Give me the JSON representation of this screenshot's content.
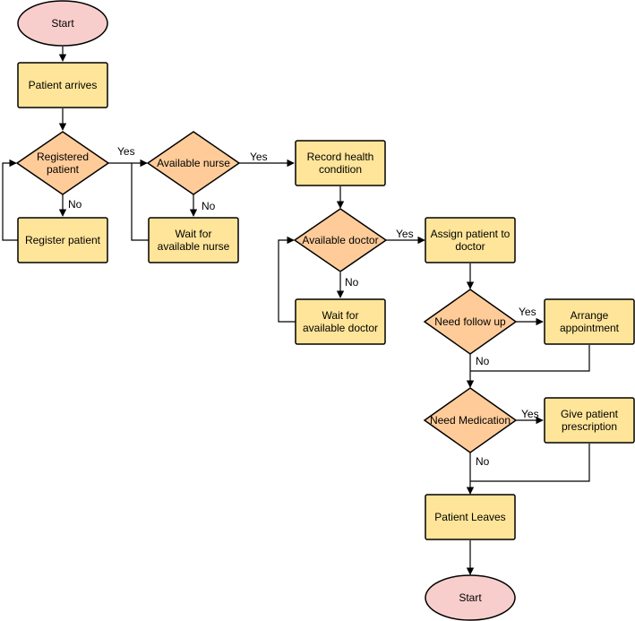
{
  "colors": {
    "terminal_fill": "#F8CECC",
    "process_fill": "#FFE599",
    "decision_fill": "#FFCC99",
    "stroke": "#000000",
    "background": "#FFFFFF"
  },
  "nodes": {
    "start": [
      "Start"
    ],
    "patient_arrives": [
      "Patient arrives"
    ],
    "registered_patient": [
      "Registered",
      "patient"
    ],
    "register_patient": [
      "Register patient"
    ],
    "available_nurse": [
      "Available nurse"
    ],
    "wait_nurse": [
      "Wait for",
      "available nurse"
    ],
    "record_health": [
      "Record health",
      "condition"
    ],
    "available_doctor": [
      "Available doctor"
    ],
    "wait_doctor": [
      "Wait for",
      "available doctor"
    ],
    "assign_patient": [
      "Assign patient to",
      "doctor"
    ],
    "need_follow_up": [
      "Need follow up"
    ],
    "arrange_appointment": [
      "Arrange",
      "appointment"
    ],
    "need_medication": [
      "Need Medication"
    ],
    "give_prescription": [
      "Give patient",
      "prescription"
    ],
    "patient_leaves": [
      "Patient Leaves"
    ],
    "end": [
      "Start"
    ]
  },
  "edge_labels": {
    "registered_yes": "Yes",
    "registered_no": "No",
    "nurse_yes": "Yes",
    "nurse_no": "No",
    "doctor_yes": "Yes",
    "doctor_no": "No",
    "follow_yes": "Yes",
    "follow_no": "No",
    "medication_yes": "Yes",
    "medication_no": "No"
  }
}
